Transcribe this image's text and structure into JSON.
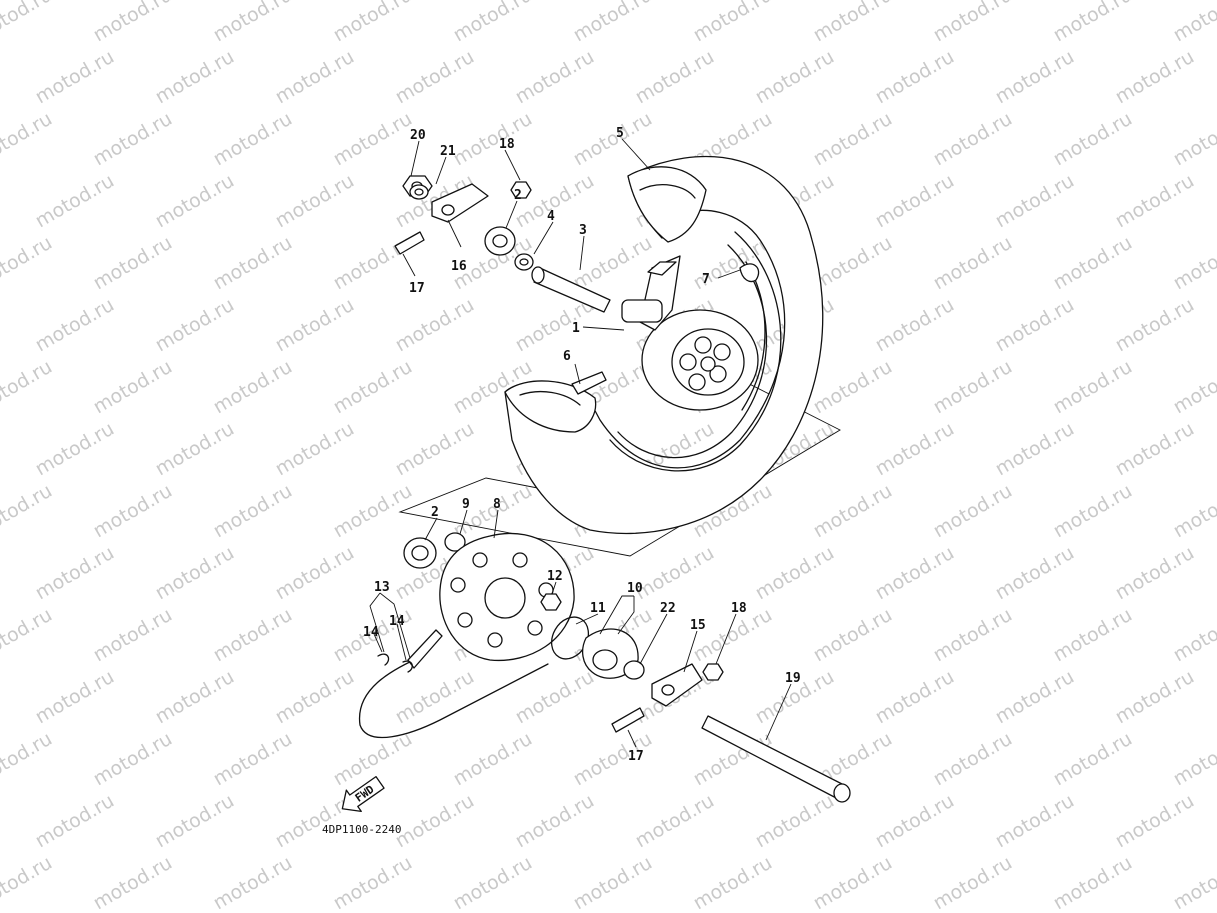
{
  "watermark": "motod.ru",
  "diagram_code": "4DP1100-2240",
  "fwd_label": "FWD",
  "callouts": {
    "c1": "1",
    "c2a": "2",
    "c2b": "2",
    "c3": "3",
    "c4": "4",
    "c5": "5",
    "c6": "6",
    "c7": "7",
    "c8": "8",
    "c9": "9",
    "c10": "10",
    "c11": "11",
    "c12": "12",
    "c13": "13",
    "c14a": "14",
    "c14b": "14",
    "c15": "15",
    "c16": "16",
    "c17a": "17",
    "c17b": "17",
    "c18a": "18",
    "c18b": "18",
    "c19": "19",
    "c20": "20",
    "c21": "21",
    "c22": "22"
  }
}
